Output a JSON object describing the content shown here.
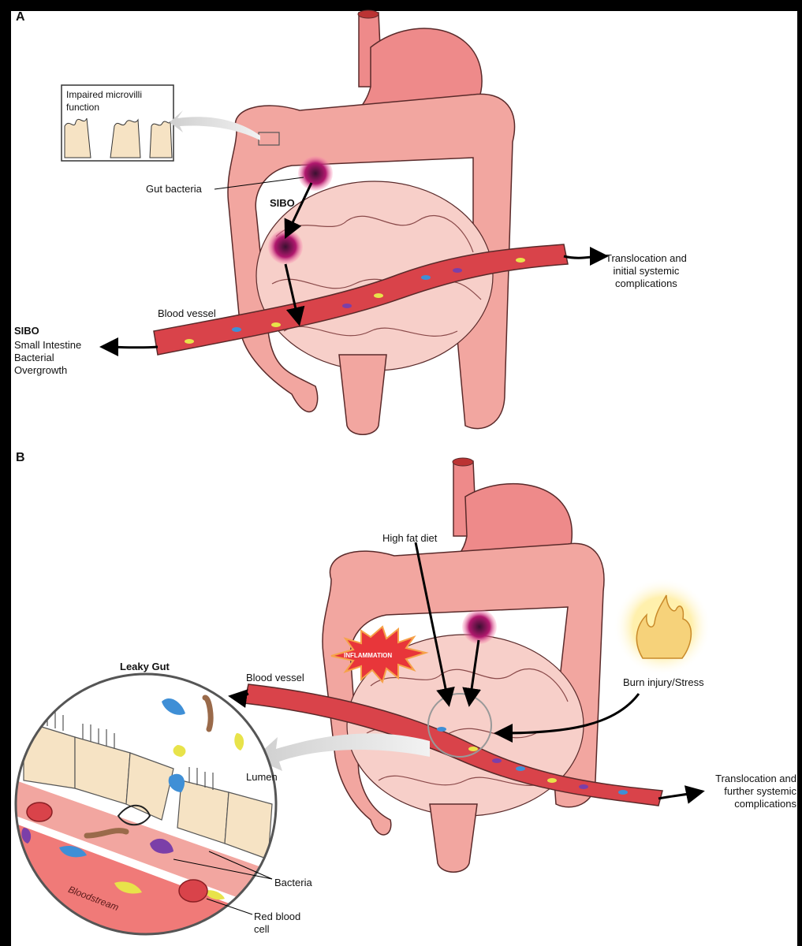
{
  "panels": {
    "a": {
      "letter": "A",
      "impaired": "Impaired microvilli\nfunction",
      "gut_bacteria": "Gut bacteria",
      "sibo": "SIBO",
      "blood_vessel": "Blood vessel",
      "translocation": "Translocation and\ninitial systemic\ncomplications",
      "sibo_def_title": "SIBO",
      "sibo_def": "Small Intestine\nBacterial\nOvergrowth"
    },
    "b": {
      "letter": "B",
      "high_fat": "High fat diet",
      "inflammation": "INFLAMMATION",
      "leaky_gut": "Leaky Gut",
      "blood_vessel": "Blood vessel",
      "burn": "Burn injury/Stress",
      "lumen": "Lumen",
      "bloodstream": "Bloodstream",
      "bacteria": "Bacteria",
      "rbc": "Red blood\ncell",
      "translocation": "Translocation and\nfurther systemic\ncomplications"
    }
  },
  "colors": {
    "intestine": "#f2a6a0",
    "small_intestine": "#f7cfc9",
    "stomach": "#ee8a8a",
    "vessel": "#d9434a",
    "microvilli": "#f6e3c4",
    "highlight": "#b0186e"
  }
}
